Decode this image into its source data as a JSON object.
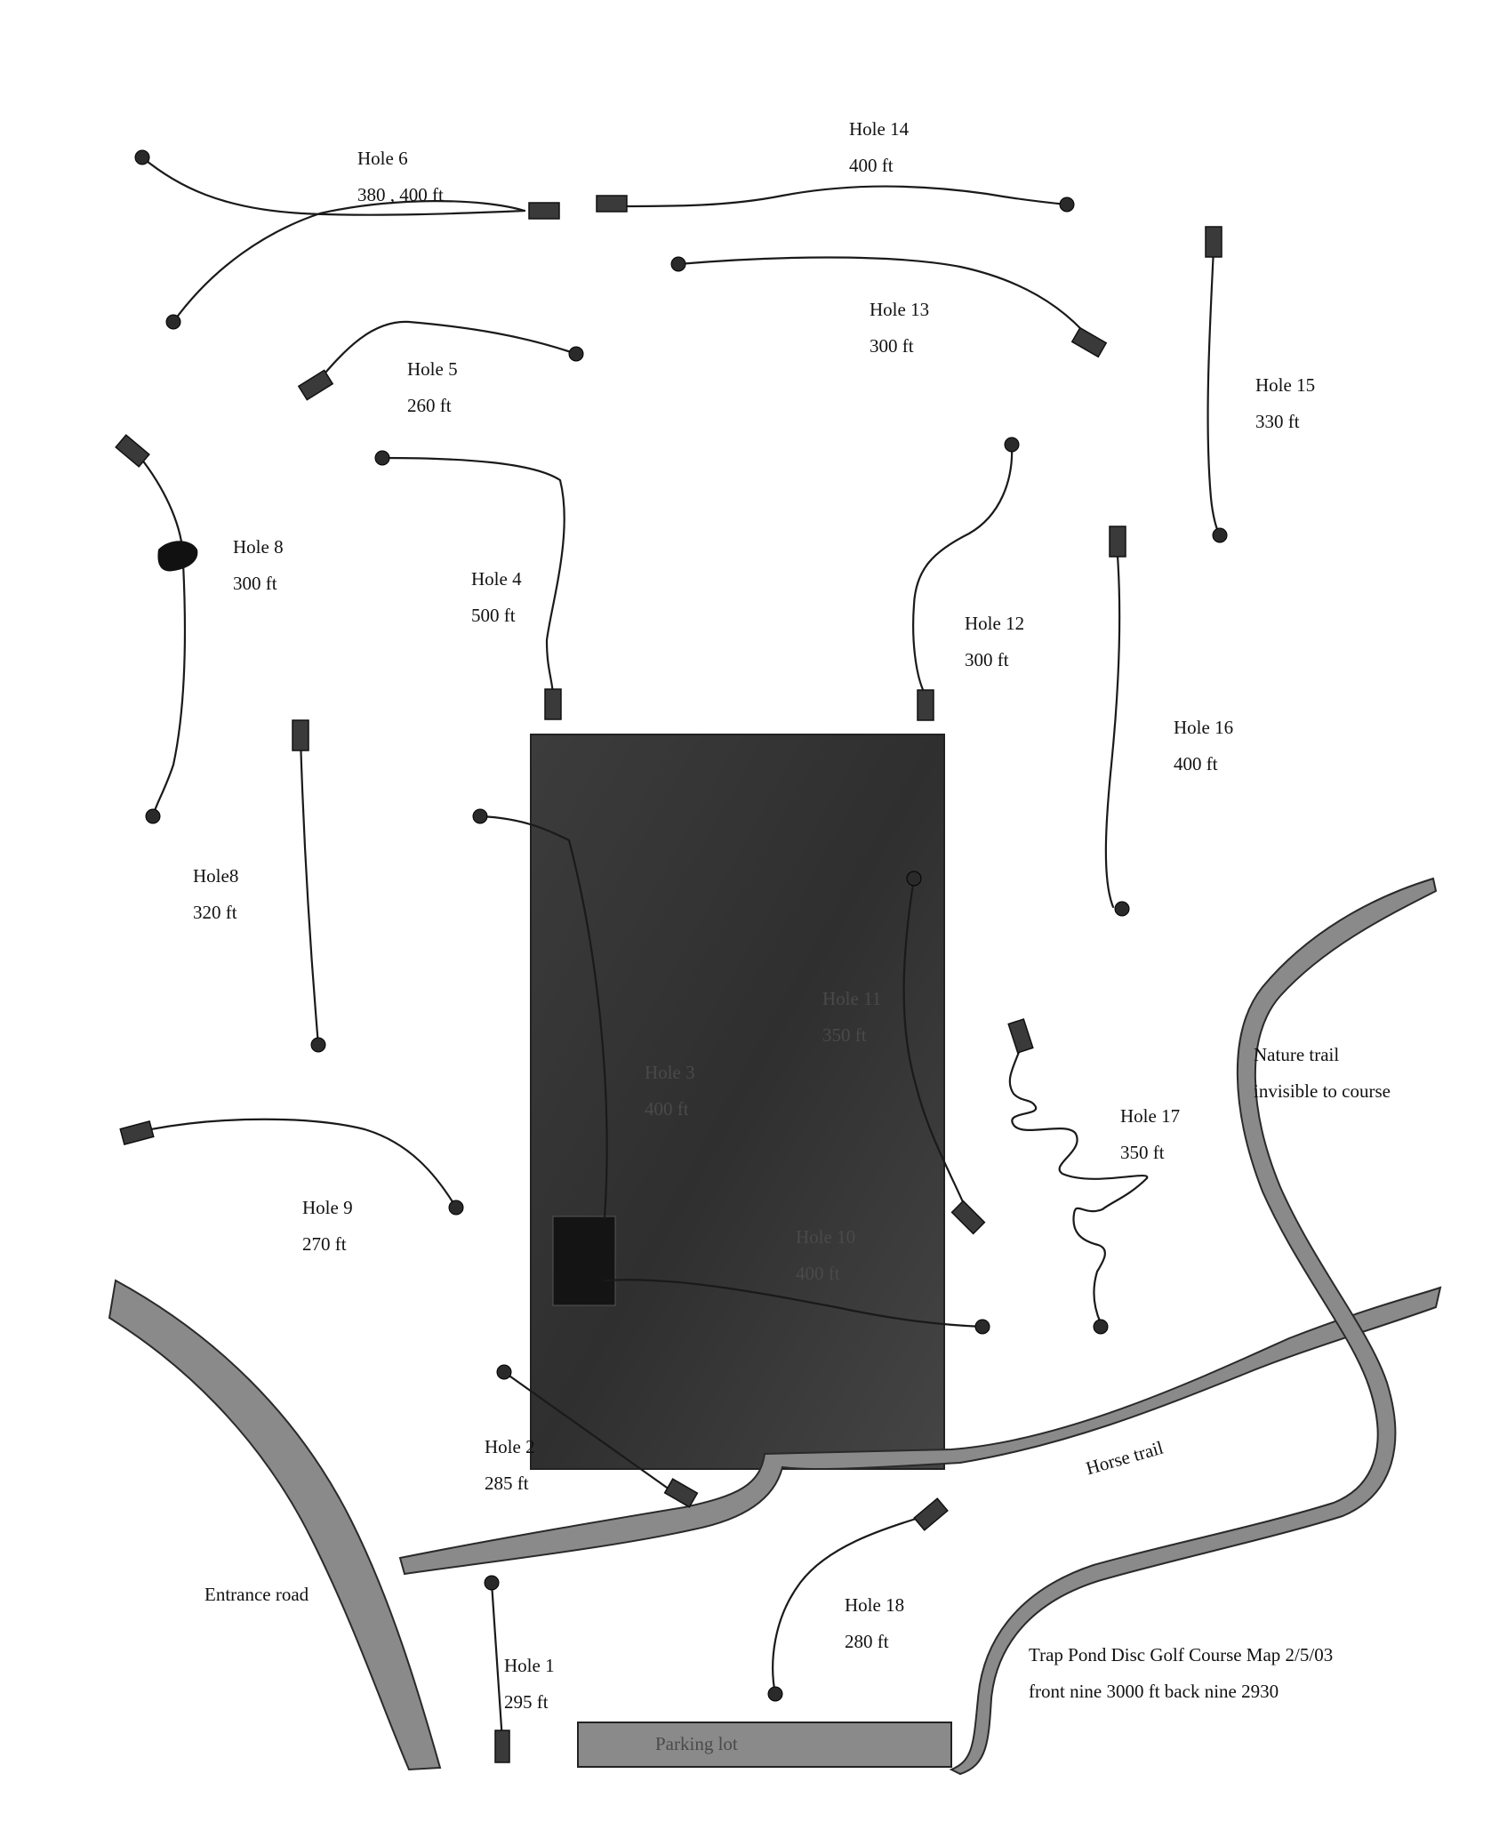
{
  "labels": {
    "hole1": {
      "name": "Hole 1",
      "dist": "295 ft"
    },
    "hole2": {
      "name": "Hole 2",
      "dist": "285 ft"
    },
    "hole3": {
      "name": "Hole 3",
      "dist": "400 ft"
    },
    "hole4": {
      "name": "Hole 4",
      "dist": "500 ft"
    },
    "hole5": {
      "name": "Hole 5",
      "dist": "260 ft"
    },
    "hole6": {
      "name": "Hole 6",
      "dist": "380 , 400 ft"
    },
    "hole8a": {
      "name": "Hole 8",
      "dist": "300 ft"
    },
    "hole8b": {
      "name": "Hole8",
      "dist": "320 ft"
    },
    "hole9": {
      "name": "Hole 9",
      "dist": "270 ft"
    },
    "hole10": {
      "name": "Hole 10",
      "dist": "400 ft"
    },
    "hole11": {
      "name": "Hole 11",
      "dist": "350 ft"
    },
    "hole12": {
      "name": "Hole 12",
      "dist": "300 ft"
    },
    "hole13": {
      "name": "Hole 13",
      "dist": "300 ft"
    },
    "hole14": {
      "name": "Hole 14",
      "dist": "400 ft"
    },
    "hole15": {
      "name": "Hole 15",
      "dist": "330 ft"
    },
    "hole16": {
      "name": "Hole 16",
      "dist": "400 ft"
    },
    "hole17": {
      "name": "Hole 17",
      "dist": "350 ft"
    },
    "hole18": {
      "name": "Hole 18",
      "dist": "280 ft"
    }
  },
  "features": {
    "entrance_road": "Entrance road",
    "horse_trail": "Horse trail",
    "nature_trail_line1": "Nature trail",
    "nature_trail_line2": "invisible to course",
    "parking_lot": "Parking lot"
  },
  "title": {
    "line1": "Trap Pond Disc Golf Course Map   2/5/03",
    "line2": "front nine  3000 ft   back nine 2930"
  }
}
